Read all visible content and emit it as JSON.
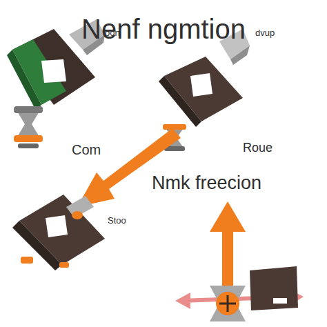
{
  "diagram": {
    "title": "Nenf ngmtion",
    "labels": [
      "öon",
      "dvup",
      "Com",
      "Roue",
      "Nmk freecion",
      "Stoo"
    ]
  }
}
